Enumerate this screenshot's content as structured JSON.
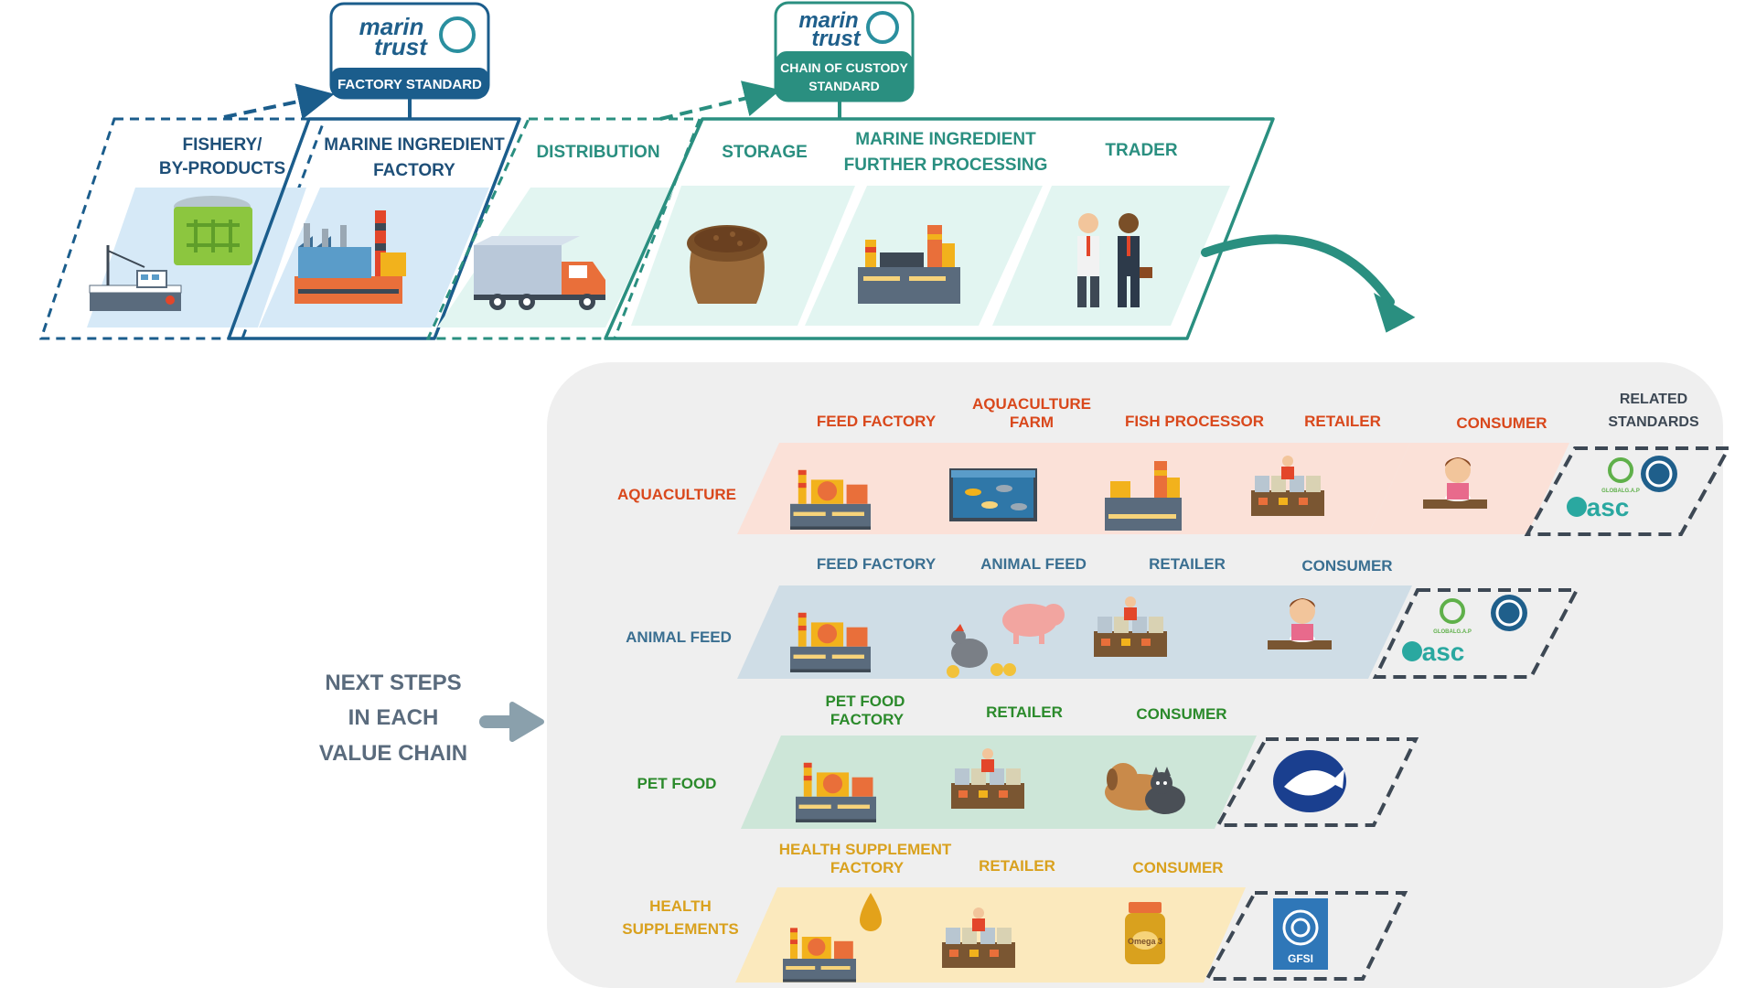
{
  "colors": {
    "factory_blue": "#1b5d8c",
    "coc_green": "#2a8f80",
    "fishery_panel": "#d6e9f7",
    "distribution_panel": "#e2f5f1",
    "panel_aquaculture": "#fbe1d8",
    "panel_animal_feed": "#cfdde6",
    "panel_pet_food": "#cde6d8",
    "panel_health": "#fbe9bd",
    "text_aquaculture": "#d9481c",
    "text_animal_feed": "#3a6f91",
    "text_pet_food": "#2b8a2b",
    "text_health": "#d9a11e",
    "text_top": "#1e4f78",
    "text_top_green": "#2a8f80",
    "background_panel": "#efefef"
  },
  "logos": {
    "brand_line1": "marin",
    "brand_line2": "trust",
    "factory_standard": "FACTORY STANDARD",
    "coc_line1": "CHAIN OF CUSTODY",
    "coc_line2": "STANDARD"
  },
  "top_chain": {
    "fishery_l1": "FISHERY/",
    "fishery_l2": "BY-PRODUCTS",
    "factory_l1": "MARINE INGREDIENT",
    "factory_l2": "FACTORY",
    "distribution": "DISTRIBUTION",
    "storage": "STORAGE",
    "further_l1": "MARINE INGREDIENT",
    "further_l2": "FURTHER PROCESSING",
    "trader": "TRADER"
  },
  "next_steps": {
    "line1": "NEXT STEPS",
    "line2": "IN EACH",
    "line3": "VALUE CHAIN"
  },
  "related_standards": {
    "line1": "RELATED",
    "line2": "STANDARDS"
  },
  "chains": {
    "aquaculture": {
      "label": "AQUACULTURE",
      "step1": "FEED FACTORY",
      "step2_l1": "AQUACULTURE",
      "step2_l2": "FARM",
      "step3": "FISH PROCESSOR",
      "step4": "RETAILER",
      "step5": "CONSUMER"
    },
    "animal_feed": {
      "label": "ANIMAL FEED",
      "step1": "FEED FACTORY",
      "step2": "ANIMAL FEED",
      "step3": "RETAILER",
      "step4": "CONSUMER"
    },
    "pet_food": {
      "label": "PET FOOD",
      "step1_l1": "PET FOOD",
      "step1_l2": "FACTORY",
      "step2": "RETAILER",
      "step3": "CONSUMER"
    },
    "health": {
      "label_l1": "HEALTH",
      "label_l2": "SUPPLEMENTS",
      "step1_l1": "HEALTH SUPPLEMENT",
      "step1_l2": "FACTORY",
      "step2": "RETAILER",
      "step3": "CONSUMER"
    }
  },
  "standard_logos": {
    "globalgap": "GLOBALG.A.P",
    "asc": "asc",
    "gfsi": "GFSI",
    "omega": "Omega 3"
  },
  "icons": {
    "fishing-boat": "boat",
    "fish-crate": "crate",
    "factory": "factory",
    "truck": "truck",
    "sack": "sack",
    "processing-plant": "plant",
    "traders": "people",
    "aquarium": "aquarium",
    "retailer": "person-with-stall",
    "consumer": "child-eating",
    "livestock": "pig-and-chickens",
    "pets": "dog-and-cat",
    "oil-drop": "drop",
    "supplement-bottle": "bottle",
    "curved-arrow": "arrow",
    "right-arrow": "arrow"
  }
}
